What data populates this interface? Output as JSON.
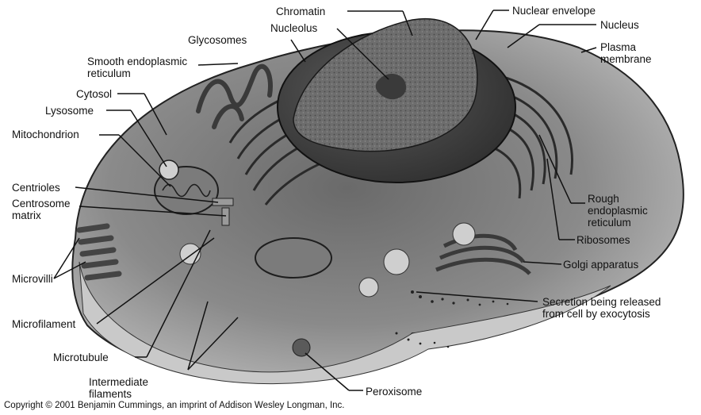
{
  "labels": {
    "chromatin": "Chromatin",
    "nuclear_envelope": "Nuclear envelope",
    "nucleolus": "Nucleolus",
    "nucleus": "Nucleus",
    "glycosomes": "Glycosomes",
    "plasma_membrane": "Plasma\nmembrane",
    "smooth_er": "Smooth endoplasmic\nreticulum",
    "cytosol": "Cytosol",
    "lysosome": "Lysosome",
    "mitochondrion": "Mitochondrion",
    "centrioles": "Centrioles",
    "centrosome_matrix": "Centrosome\nmatrix",
    "rough_er": "Rough\nendoplasmic\nreticulum",
    "ribosomes": "Ribosomes",
    "golgi": "Golgi apparatus",
    "microvilli": "Microvilli",
    "secretion": "Secretion being released\nfrom cell by exocytosis",
    "microfilament": "Microfilament",
    "microtubule": "Microtubule",
    "intermediate_filaments": "Intermediate\nfilaments",
    "peroxisome": "Peroxisome"
  },
  "copyright": "Copyright © 2001 Benjamin Cummings, an imprint of Addison Wesley Longman, Inc."
}
